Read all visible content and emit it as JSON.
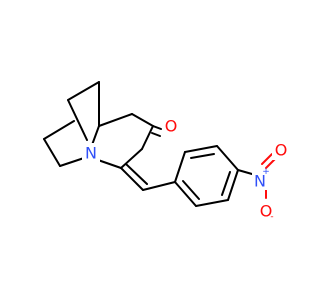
{
  "colors": {
    "carbon_bond": "#000000",
    "nitrogen": "#3050f8",
    "oxygen": "#ff0d0d"
  },
  "atoms": {
    "n_ring": {
      "symbol": "N",
      "color": "#3050f8"
    },
    "o_ketone": {
      "symbol": "O",
      "color": "#ff0d0d"
    },
    "n_nitro": {
      "symbol": "N",
      "color": "#3050f8",
      "charge": "+"
    },
    "o_nitro_top": {
      "symbol": "O",
      "color": "#ff0d0d"
    },
    "o_nitro_bottom": {
      "symbol": "O",
      "color": "#ff0d0d",
      "charge": "-"
    }
  }
}
